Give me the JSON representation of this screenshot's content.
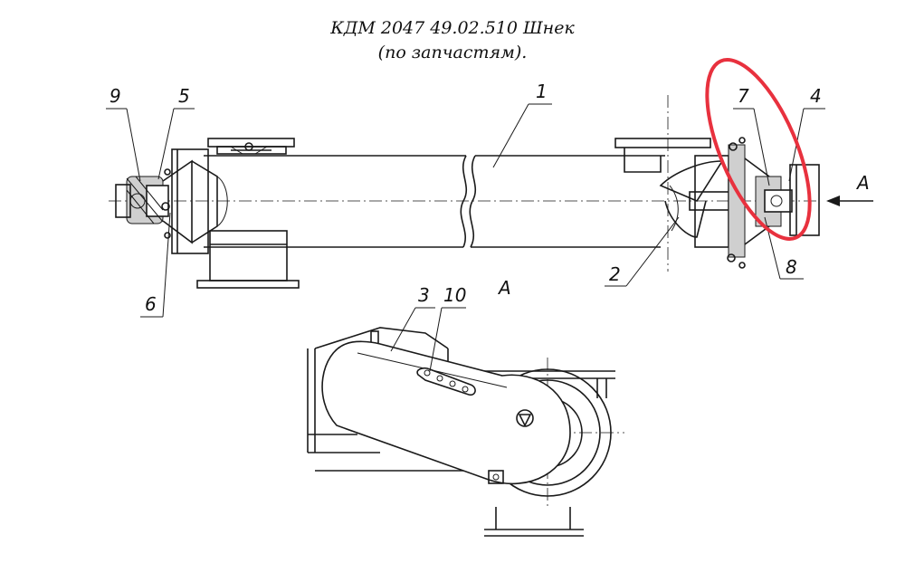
{
  "title": {
    "line1": "КДМ 2047 49.02.510 Шнек",
    "line2": "(по запчастям)."
  },
  "callouts": {
    "c1": "1",
    "c2": "2",
    "c3": "3",
    "c4": "4",
    "c5": "5",
    "c6": "6",
    "c7": "7",
    "c8": "8",
    "c9": "9",
    "c10": "10"
  },
  "view": {
    "arrow_label": "A",
    "section_label": "A"
  },
  "highlight_color": "#e8313e"
}
